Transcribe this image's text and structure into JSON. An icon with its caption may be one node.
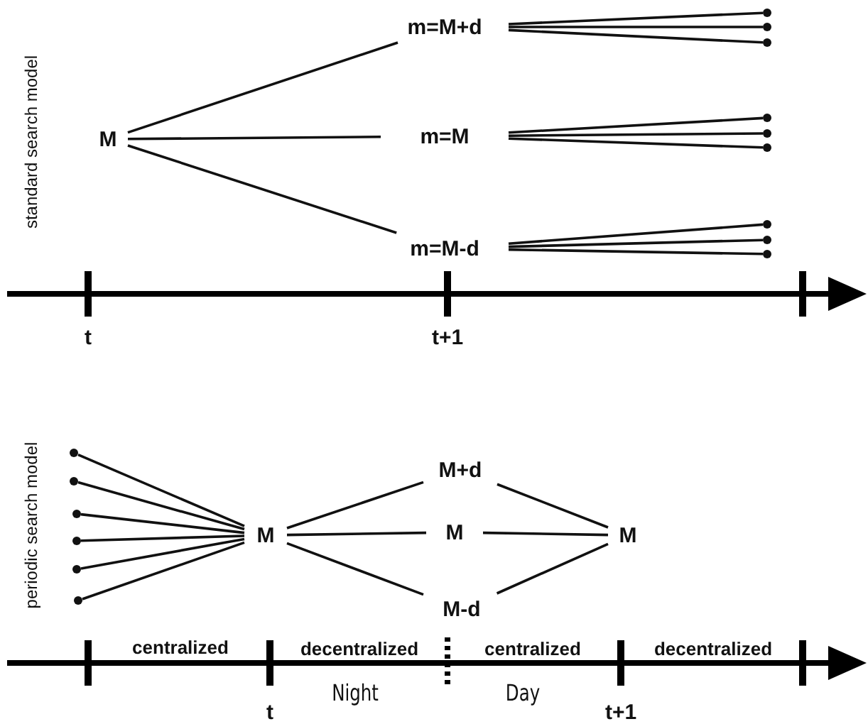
{
  "diagram": {
    "nodes": [
      {
        "text": [
          "M"
        ]
      },
      {
        "text": [
          "m=M+d"
        ]
      },
      {
        "text": [
          "m=M"
        ]
      },
      {
        "text": [
          "m=M-d"
        ]
      },
      {
        "text": [],
        "shape": "circle"
      },
      {
        "text": [],
        "shape": "circle"
      },
      {
        "text": [],
        "shape": "circle"
      },
      {
        "text": [],
        "shape": "circle"
      },
      {
        "text": [],
        "shape": "circle"
      },
      {
        "text": [],
        "shape": "circle"
      },
      {
        "text": [],
        "shape": "circle"
      },
      {
        "text": [],
        "shape": "circle"
      },
      {
        "text": [],
        "shape": "circle"
      },
      {
        "text": [],
        "shape": "circle"
      },
      {
        "text": [],
        "shape": "circle"
      },
      {
        "text": [],
        "shape": "circle"
      },
      {
        "text": [],
        "shape": "circle"
      },
      {
        "text": [],
        "shape": "circle"
      },
      {
        "text": [],
        "shape": "circle"
      },
      {
        "text": [
          "M"
        ]
      },
      {
        "text": [
          "M+d"
        ]
      },
      {
        "text": [
          "M"
        ]
      },
      {
        "text": [
          "M-d"
        ]
      },
      {
        "text": [
          "M"
        ]
      }
    ],
    "edges": [
      {
        "from": 0,
        "to": 1,
        "arrow": "none"
      },
      {
        "from": 0,
        "to": 2,
        "arrow": "none"
      },
      {
        "from": 0,
        "to": 3,
        "arrow": "none"
      },
      {
        "from": 1,
        "to": 4,
        "arrow": "none"
      },
      {
        "from": 1,
        "to": 5,
        "arrow": "none"
      },
      {
        "from": 1,
        "to": 6,
        "arrow": "none"
      },
      {
        "from": 2,
        "to": 7,
        "arrow": "none"
      },
      {
        "from": 2,
        "to": 8,
        "arrow": "none"
      },
      {
        "from": 2,
        "to": 9,
        "arrow": "none"
      },
      {
        "from": 3,
        "to": 10,
        "arrow": "none"
      },
      {
        "from": 3,
        "to": 11,
        "arrow": "none"
      },
      {
        "from": 3,
        "to": 12,
        "arrow": "none"
      },
      {
        "from": 13,
        "to": 19,
        "arrow": "none"
      },
      {
        "from": 14,
        "to": 19,
        "arrow": "none"
      },
      {
        "from": 15,
        "to": 19,
        "arrow": "none"
      },
      {
        "from": 16,
        "to": 19,
        "arrow": "none"
      },
      {
        "from": 17,
        "to": 19,
        "arrow": "none"
      },
      {
        "from": 18,
        "to": 19,
        "arrow": "none"
      },
      {
        "from": 19,
        "to": 20,
        "arrow": "none"
      },
      {
        "from": 19,
        "to": 21,
        "arrow": "none"
      },
      {
        "from": 19,
        "to": 22,
        "arrow": "none"
      },
      {
        "from": 20,
        "to": 23,
        "arrow": "none"
      },
      {
        "from": 21,
        "to": 23,
        "arrow": "none"
      },
      {
        "from": 22,
        "to": 23,
        "arrow": "none"
      }
    ],
    "labels": [
      "standard search model",
      "t",
      "t+1",
      "periodic search model",
      "centralized",
      "decentralized",
      "centralized",
      "decentralized",
      "Night",
      "Day",
      "t",
      "t+1"
    ]
  }
}
